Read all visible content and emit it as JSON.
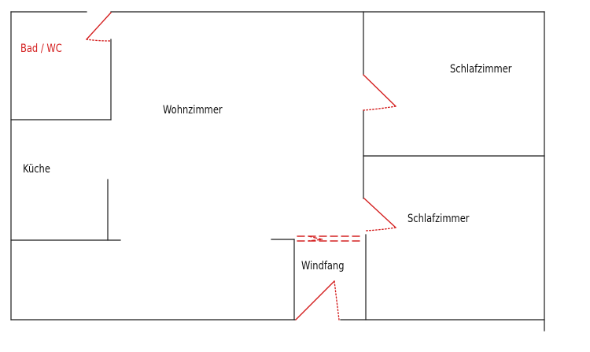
{
  "floorplan": {
    "rooms": {
      "bad_wc": {
        "label": "Bad / WC"
      },
      "wohnzimmer": {
        "label": "Wohnzimmer"
      },
      "kueche": {
        "label": "Küche"
      },
      "schlafzimmer_1": {
        "label": "Schlafzimmer"
      },
      "schlafzimmer_2": {
        "label": "Schlafzimmer"
      },
      "windfang": {
        "label": "Windfang"
      }
    },
    "colors": {
      "wall": "#1a1a1a",
      "door": "#d42020",
      "accent_label": "#d42020",
      "background": "#ffffff"
    }
  }
}
